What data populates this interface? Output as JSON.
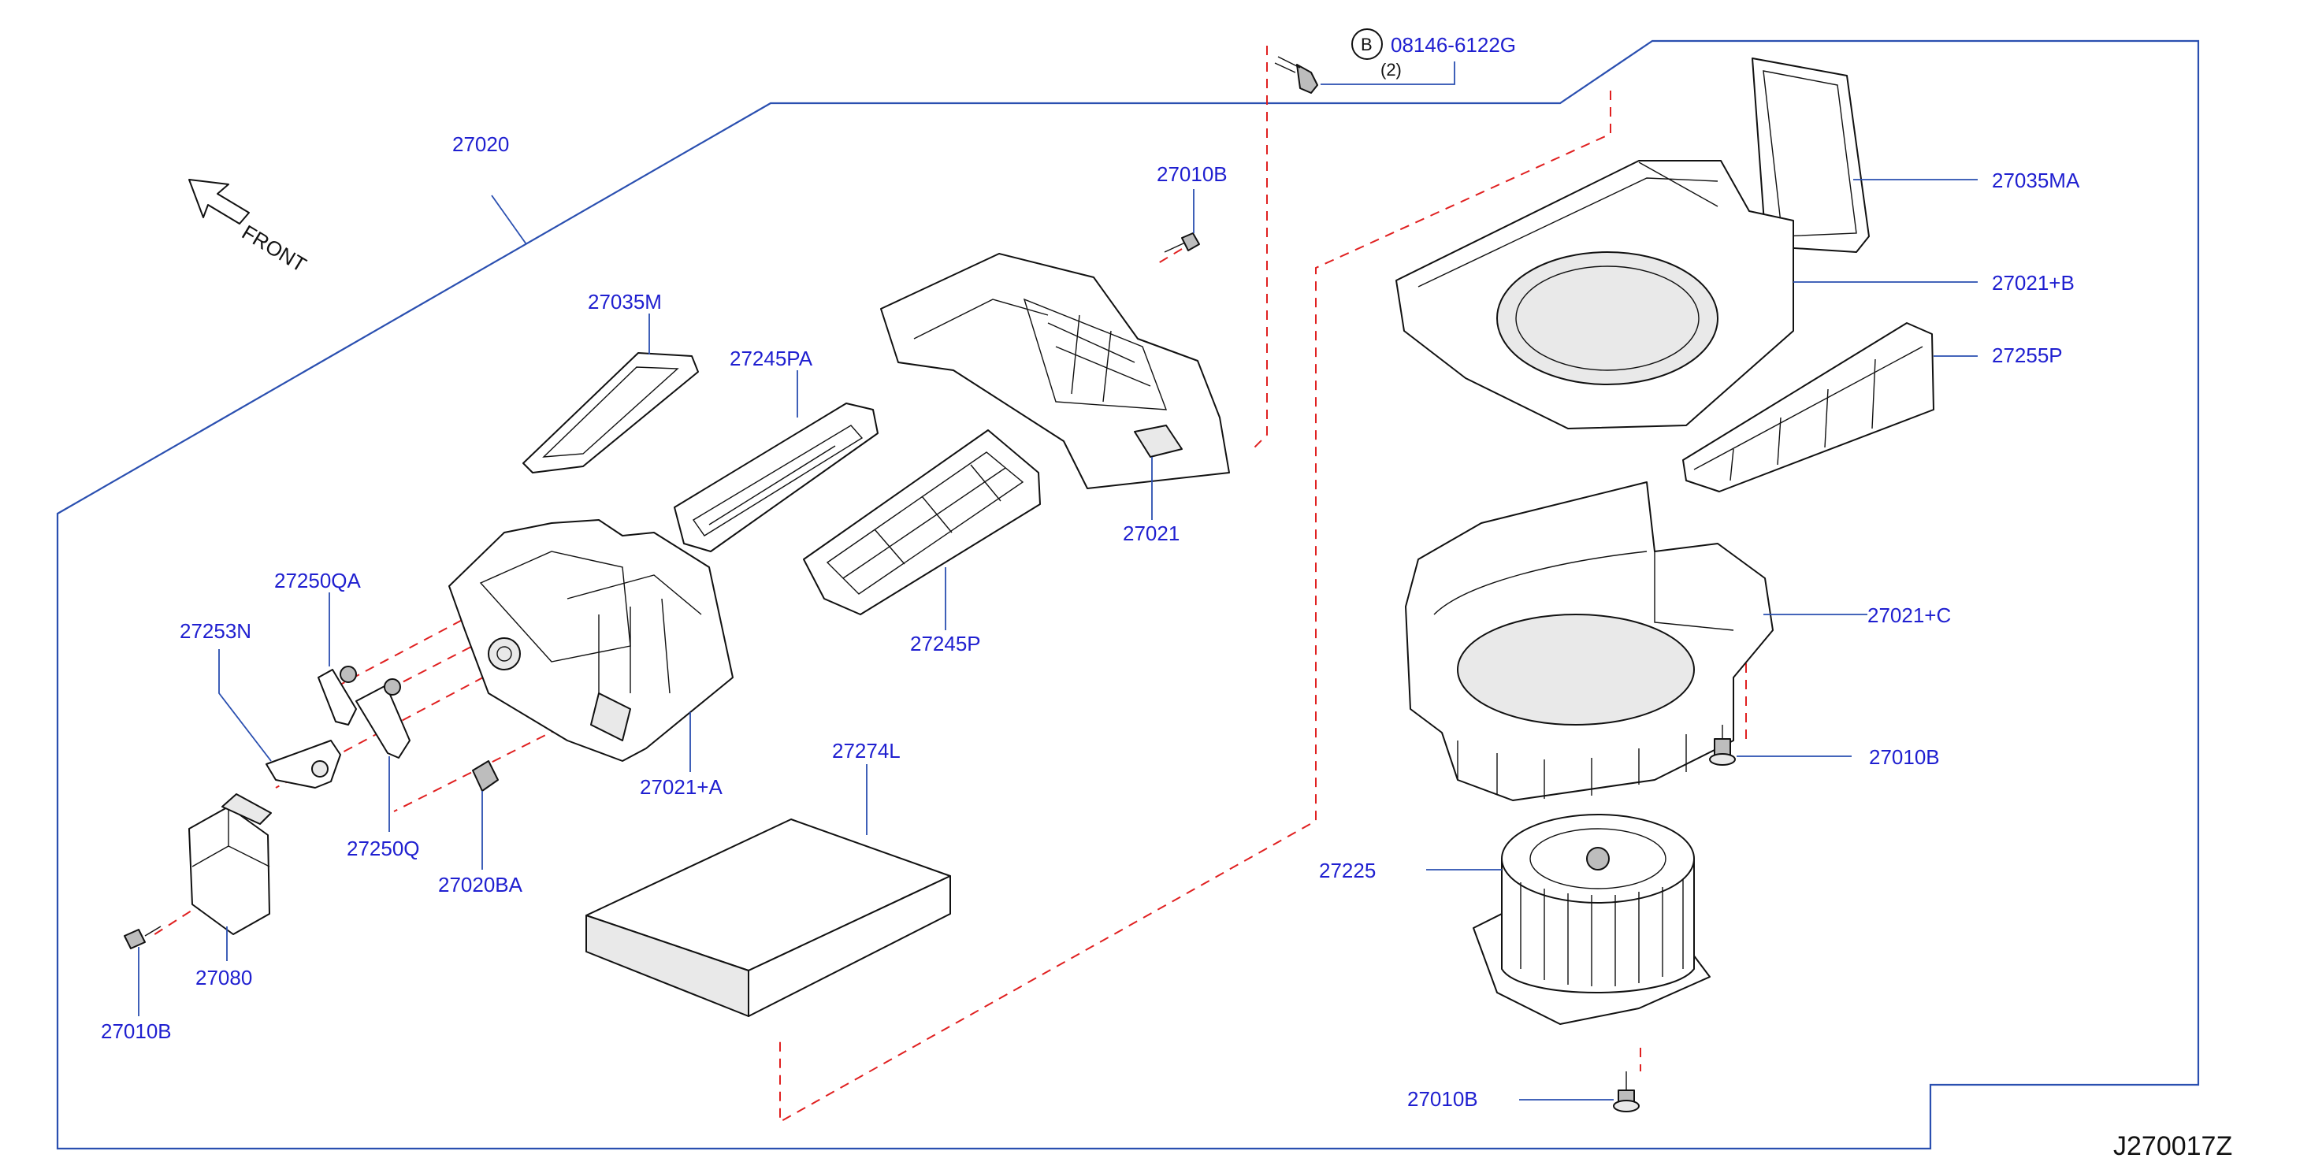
{
  "diagram": {
    "reference_code": "J270017Z",
    "front_label": "FRONT",
    "bolt_callout": {
      "circle_letter": "B",
      "part_no": "08146-6122G",
      "qty": "(2)"
    },
    "labels": {
      "p27020": "27020",
      "p27010B_top": "27010B",
      "p27035M": "27035M",
      "p27245PA": "27245PA",
      "p27021": "27021",
      "p27250QA": "27250QA",
      "p27253N": "27253N",
      "p27245P": "27245P",
      "p27250Q": "27250Q",
      "p27021A": "27021+A",
      "p27274L": "27274L",
      "p27020BA": "27020BA",
      "p27080": "27080",
      "p27010B_left": "27010B",
      "p27035MA": "27035MA",
      "p27021B": "27021+B",
      "p27255P": "27255P",
      "p27021C": "27021+C",
      "p27010B_right": "27010B",
      "p27225": "27225",
      "p27010B_bottom": "27010B"
    }
  }
}
